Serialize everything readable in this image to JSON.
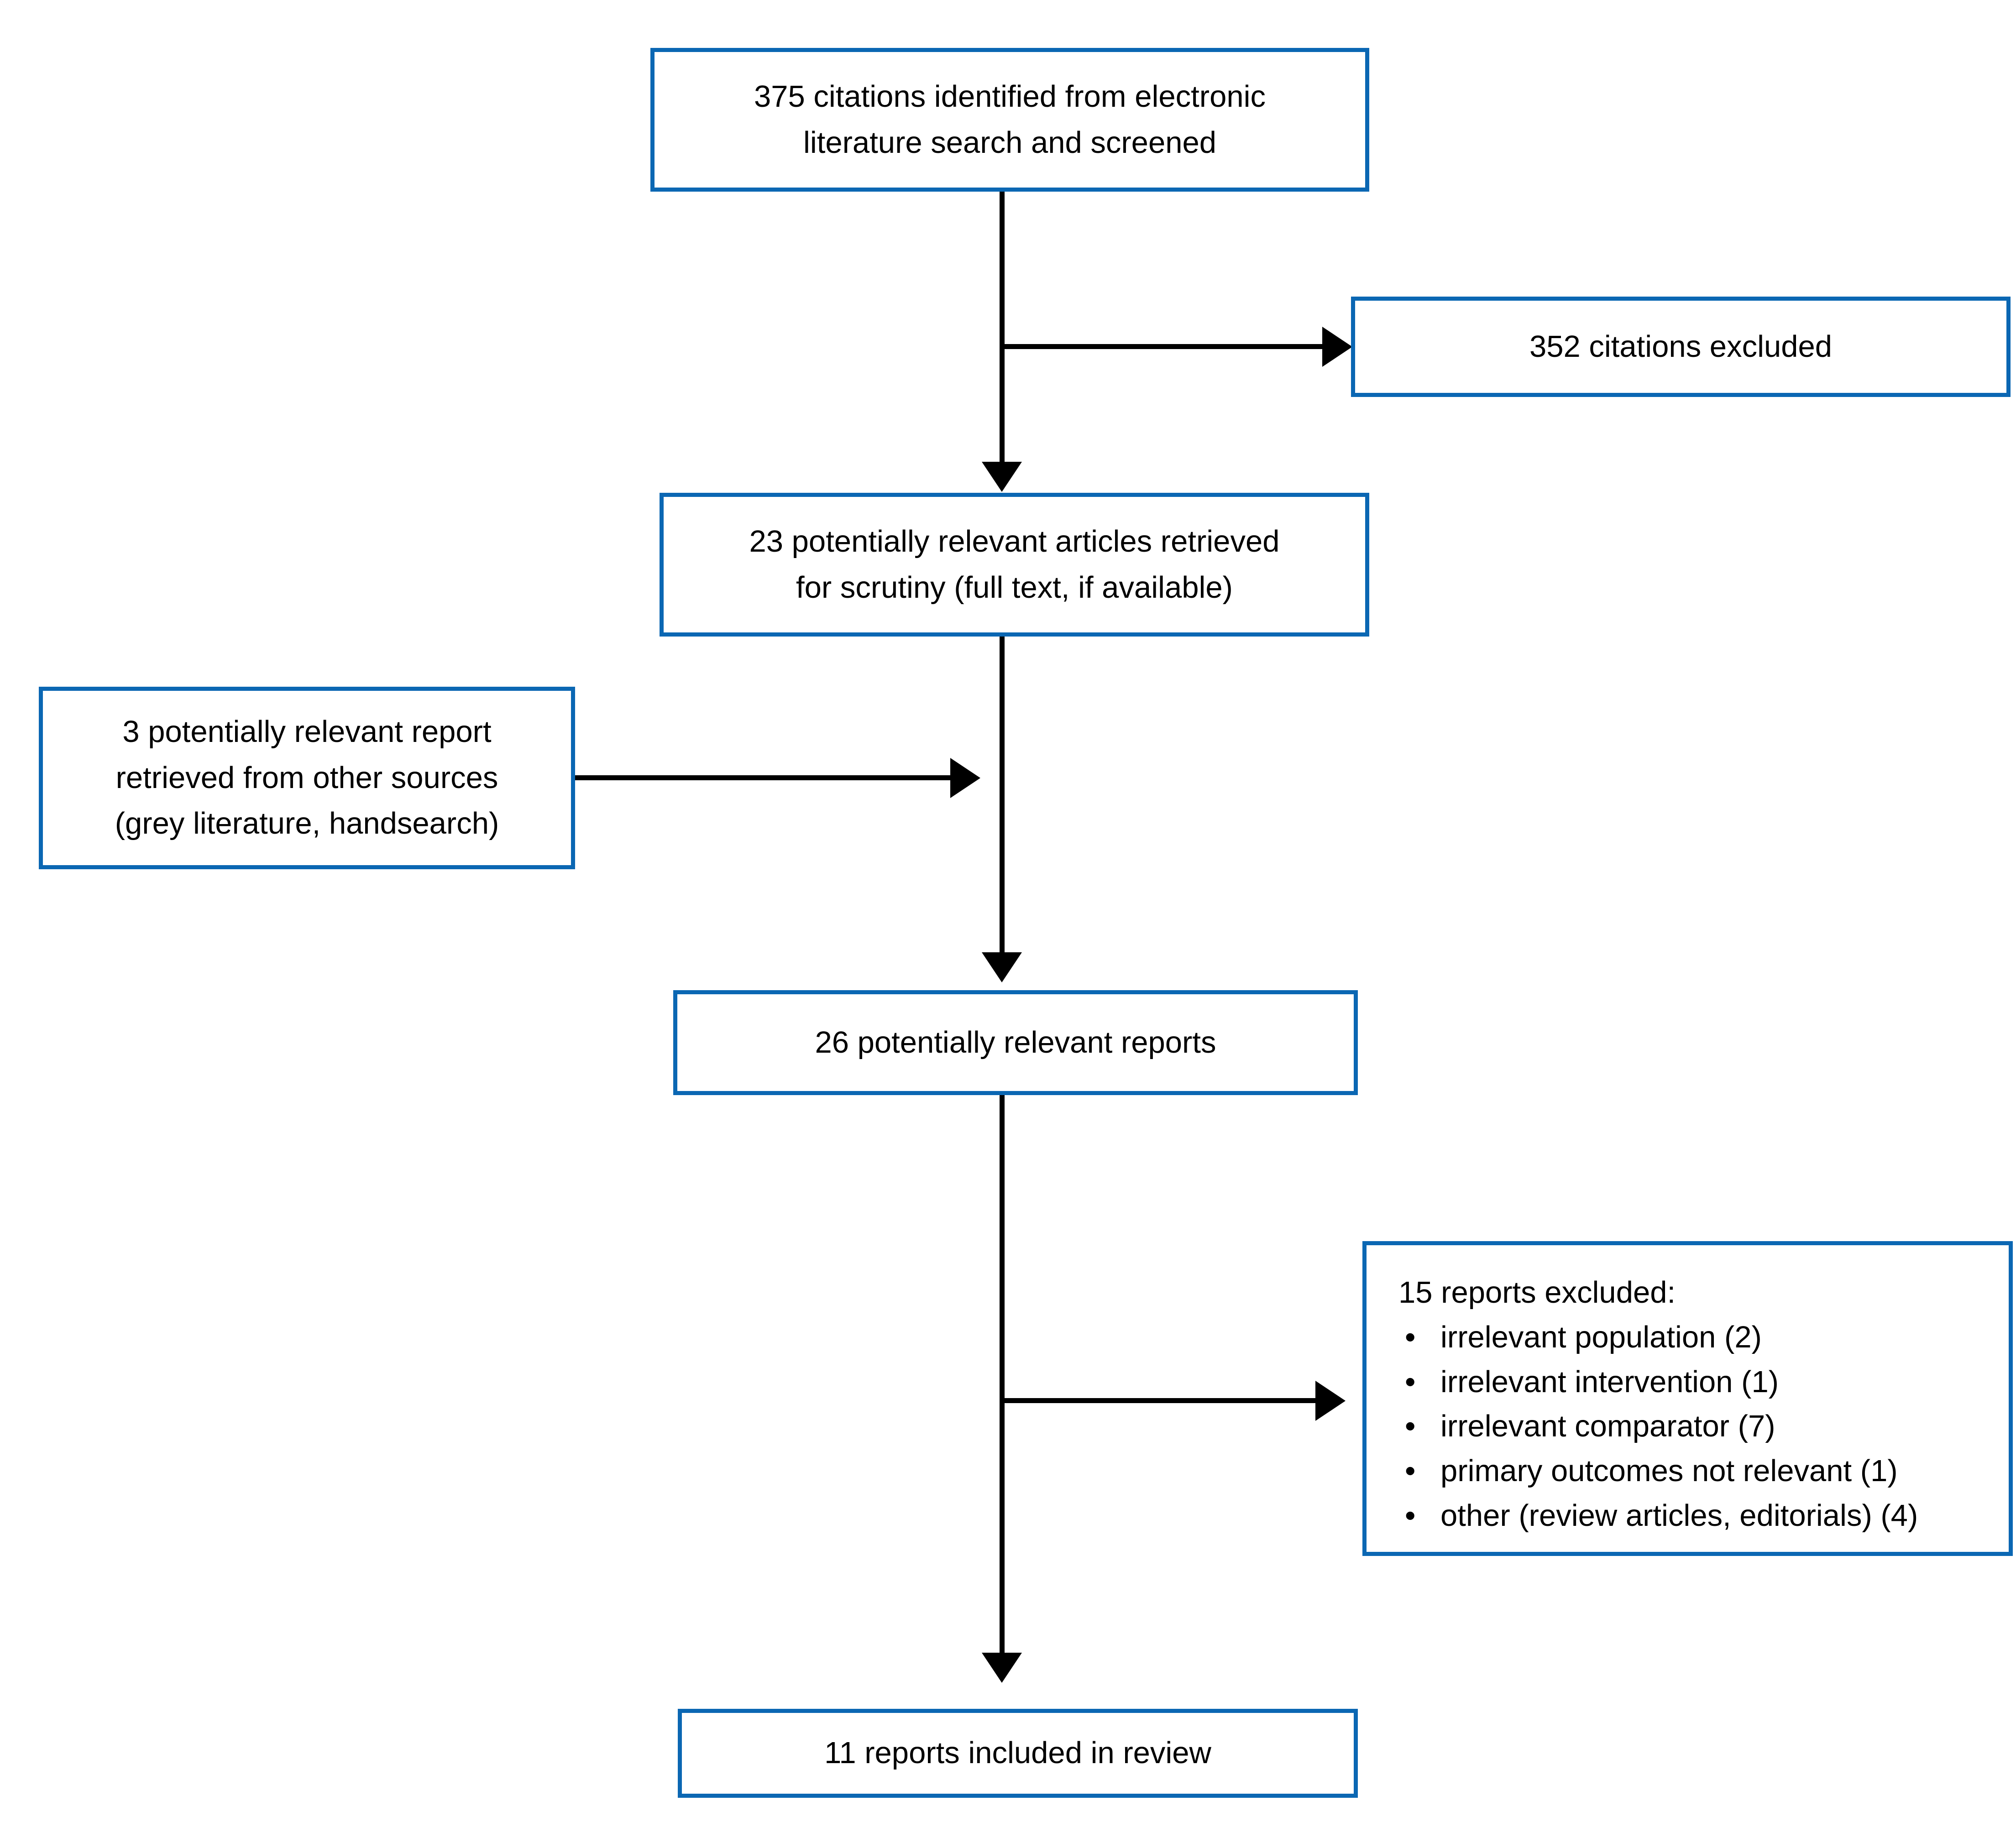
{
  "diagram": {
    "type": "flowchart",
    "topic": "literature screening flow",
    "colors": {
      "box_border": "#0b67b3",
      "box_fill": "#ffffff",
      "arrow": "#000000",
      "text": "#000000",
      "background": "#ffffff"
    },
    "boxes": {
      "identified": {
        "text": "375 citations identified from electronic\nliterature search and screened"
      },
      "excluded_citations": {
        "text": "352 citations excluded"
      },
      "retrieved": {
        "text": "23 potentially relevant articles retrieved\nfor scrutiny (full text, if available)"
      },
      "other_sources": {
        "text": "3 potentially relevant report\nretrieved from other sources\n(grey literature, handsearch)"
      },
      "potentially_relevant": {
        "text": "26 potentially relevant reports"
      },
      "reports_excluded": {
        "title": "15 reports excluded:",
        "items": [
          "irrelevant population (2)",
          "irrelevant intervention (1)",
          "irrelevant comparator (7)",
          "primary outcomes not relevant (1)",
          "other (review articles, editorials) (4)"
        ]
      },
      "included": {
        "text": "11 reports included in review"
      }
    }
  }
}
